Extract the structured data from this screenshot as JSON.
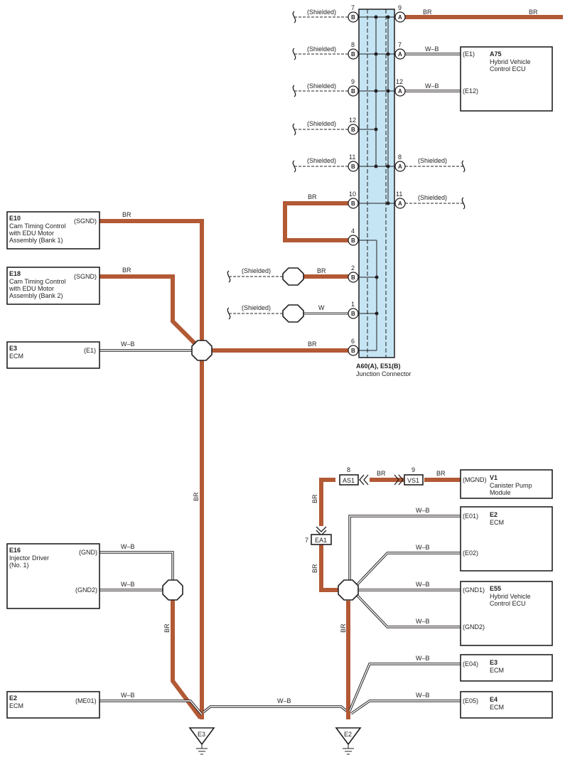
{
  "wire_colors": {
    "br": "#b25935",
    "wb": "#231f20",
    "connector_fill": "#c5e5f4"
  },
  "labels": {
    "shielded": "(Shielded)",
    "br": "BR",
    "wb": "W–B",
    "w": "W"
  },
  "junction": {
    "title": "A60(A), E51(B)",
    "subtitle": "Junction Connector",
    "letter_a": "A",
    "letter_b": "B",
    "b_pins": [
      "7",
      "8",
      "9",
      "12",
      "11",
      "10",
      "4",
      "2",
      "1",
      "6"
    ],
    "a_pins": [
      "9",
      "7",
      "12",
      "8",
      "11"
    ]
  },
  "components": {
    "a75": {
      "code": "A75",
      "name1": "Hybrid Vehicle",
      "name2": "Control ECU",
      "t1": "(E1)",
      "t2": "(E12)"
    },
    "e10": {
      "code": "E10",
      "name1": "Cam Timing Control",
      "name2": "with EDU Motor",
      "name3": "Assembly (Bank 1)",
      "t1": "(SGND)"
    },
    "e18": {
      "code": "E18",
      "name1": "Cam Timing Control",
      "name2": "with EDU Motor",
      "name3": "Assembly (Bank 2)",
      "t1": "(SGND)"
    },
    "e3_top": {
      "code": "E3",
      "name1": "ECM",
      "t1": "(E1)"
    },
    "v1": {
      "code": "V1",
      "name1": "Canister Pump",
      "name2": "Module",
      "t1": "(MGND)"
    },
    "e2_right": {
      "code": "E2",
      "name1": "ECM",
      "t1": "(E01)",
      "t2": "(E02)"
    },
    "e55": {
      "code": "E55",
      "name1": "Hybrid Vehicle",
      "name2": "Control ECU",
      "t1": "(GND1)",
      "t2": "(GND2)"
    },
    "e3_right": {
      "code": "E3",
      "name1": "ECM",
      "t1": "(E04)"
    },
    "e4": {
      "code": "E4",
      "name1": "ECM",
      "t1": "(E05)"
    },
    "e16": {
      "code": "E16",
      "name1": "Injector Driver",
      "name2": "(No. 1)",
      "t1": "(GND)",
      "t2": "(GND2)"
    },
    "e2_left": {
      "code": "E2",
      "name1": "ECM",
      "t1": "(ME01)"
    }
  },
  "inline_connectors": {
    "as1": {
      "name": "AS1",
      "pin": "8"
    },
    "vs1": {
      "name": "VS1",
      "pin": "9"
    },
    "ea1": {
      "name": "EA1",
      "pin": "7"
    }
  },
  "grounds": {
    "left": "E3",
    "right": "E2"
  }
}
